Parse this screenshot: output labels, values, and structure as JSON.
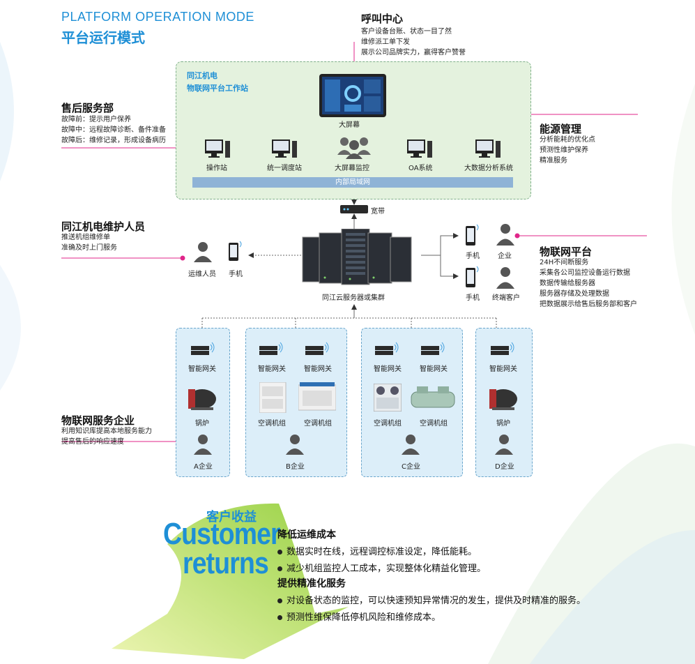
{
  "header": {
    "title_en": "PLATFORM OPERATION MODE",
    "title_cn": "平台运行模式"
  },
  "call_center": {
    "title": "呼叫中心",
    "lines": [
      "客户设备台账、状态一目了然",
      "维修派工单下发",
      "展示公司品牌实力，赢得客户赞誉"
    ]
  },
  "platform": {
    "title_line1": "同江机电",
    "title_line2": "物联网平台工作站",
    "big_screen": "大屏幕",
    "stations": [
      "操作站",
      "统一调度站",
      "大屏幕监控",
      "OA系统",
      "大数据分析系统"
    ],
    "lan": "内部局域网"
  },
  "after_sales": {
    "title": "售后服务部",
    "lines": [
      "故障前：提示用户保养",
      "故障中：远程故障诊断、备件准备",
      "故障后：维修记录，形成设备病历"
    ]
  },
  "energy": {
    "title": "能源管理",
    "lines": [
      "分析能耗的优化点",
      "预测性维护保养",
      "精准服务"
    ]
  },
  "bandwidth": "宽带",
  "maintenance": {
    "title": "同江机电维护人员",
    "lines": [
      "推送机组维修单",
      "准确及时上门服务"
    ],
    "person": "运维人员",
    "phone": "手机"
  },
  "server": "同江云服务器或集群",
  "right_nodes": {
    "phone1": "手机",
    "enterprise": "企业",
    "phone2": "手机",
    "terminal": "终端客户"
  },
  "iot_platform": {
    "title": "物联网平台",
    "lines": [
      "24H不间断服务",
      "采集各公司监控设备运行数据",
      "数据传输给服务器",
      "服务器存储及处理数据",
      "把数据展示给售后服务部和客户"
    ]
  },
  "iot_enterprise": {
    "title": "物联网服务企业",
    "lines": [
      "利用知识库提高本地服务能力",
      "提高售后的响应速度"
    ]
  },
  "enterprises": [
    {
      "name": "A企业",
      "gateways": [
        "智能网关"
      ],
      "devices": [
        "锅炉"
      ]
    },
    {
      "name": "B企业",
      "gateways": [
        "智能网关",
        "智能网关"
      ],
      "devices": [
        "空调机组",
        "空调机组"
      ]
    },
    {
      "name": "C企业",
      "gateways": [
        "智能网关",
        "智能网关"
      ],
      "devices": [
        "空调机组",
        "空调机组"
      ]
    },
    {
      "name": "D企业",
      "gateways": [
        "智能网关"
      ],
      "devices": [
        "锅炉"
      ]
    }
  ],
  "benefits": {
    "title_cn": "客户收益",
    "title_en1": "Customer",
    "title_en2": "returns",
    "groups": [
      {
        "heading": "降低运维成本",
        "items": [
          "数据实时在线，远程调控标准设定，降低能耗。",
          "减少机组监控人工成本，实现整体化精益化管理。"
        ]
      },
      {
        "heading": "提供精准化服务",
        "items": [
          "对设备状态的监控，可以快速预知异常情况的发生，提供及时精准的服务。",
          "预测性维保降低停机风险和维修成本。"
        ]
      }
    ]
  },
  "colors": {
    "accent": "#1e8fd6",
    "magenta": "#e0268a",
    "platform_bg": "#e4f2de",
    "enterprise_bg": "#dceef9"
  }
}
